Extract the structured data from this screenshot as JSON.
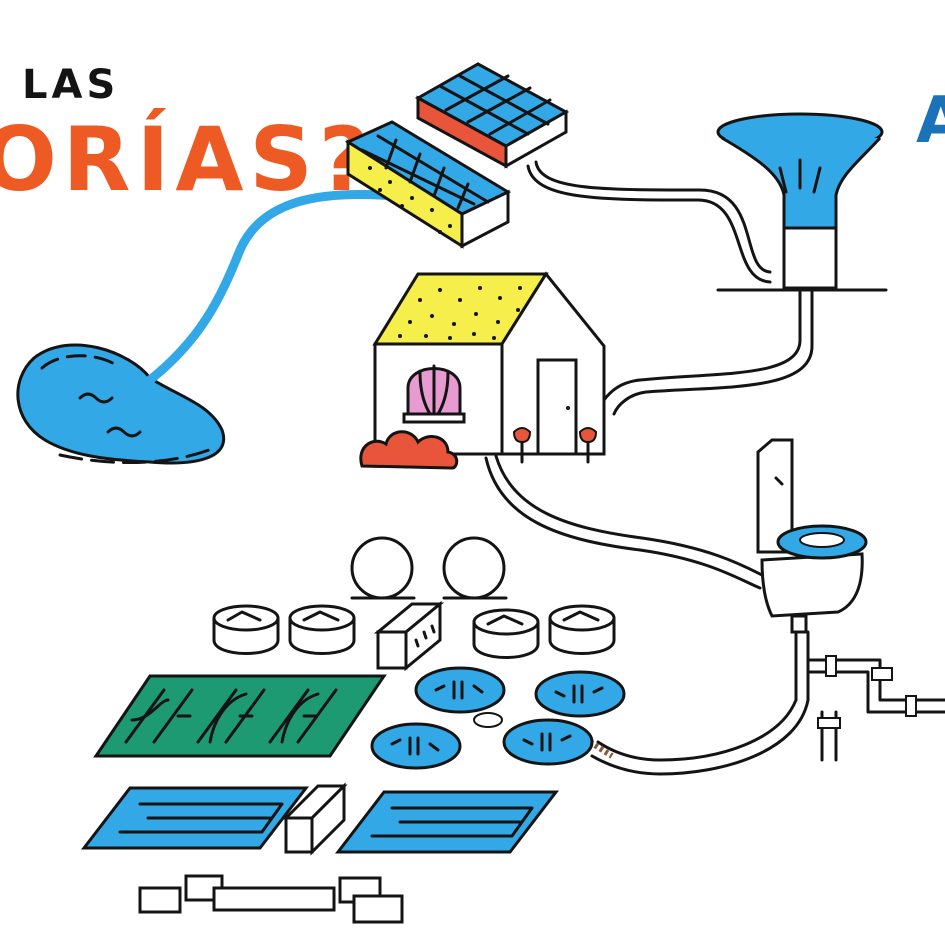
{
  "heading": {
    "line1": "LAS",
    "line2": "ORÍAS?",
    "right_fragment": "A"
  },
  "colors": {
    "ink": "#141414",
    "water_blue": "#33a8e6",
    "title_orange": "#ee5a24",
    "title_blue": "#1a73b8",
    "roof_yellow": "#f6ee4a",
    "soil_red": "#e8553a",
    "treatment_green": "#1e9a73",
    "curtain_pink": "#e79bd1"
  },
  "icons": [
    "pond-icon",
    "green-roof-icon",
    "rain-planter-icon",
    "water-tower-icon",
    "house-icon",
    "toilet-icon",
    "sewer-pipe-icon",
    "treatment-plant-icon"
  ]
}
